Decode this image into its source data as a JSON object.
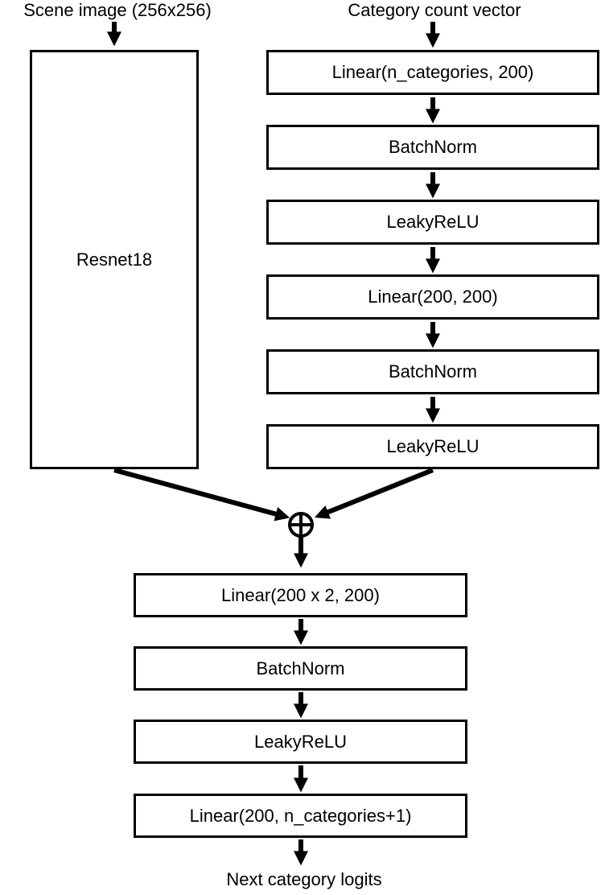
{
  "inputs": {
    "scene_label": "Scene image (256x256)",
    "category_label": "Category count vector"
  },
  "image_branch": {
    "backbone": "Resnet18"
  },
  "category_branch": {
    "layers": [
      "Linear(n_categories, 200)",
      "BatchNorm",
      "LeakyReLU",
      "Linear(200, 200)",
      "BatchNorm",
      "LeakyReLU"
    ]
  },
  "merge": {
    "icon": "circled-plus",
    "glyph": "⊕"
  },
  "head_branch": {
    "layers": [
      "Linear(200 x 2, 200)",
      "BatchNorm",
      "LeakyReLU",
      "Linear(200, n_categories+1)"
    ]
  },
  "output": {
    "label": "Next category logits"
  },
  "colors": {
    "stroke": "#000000",
    "background": "#ffffff",
    "box_fill": "#ffffff"
  }
}
